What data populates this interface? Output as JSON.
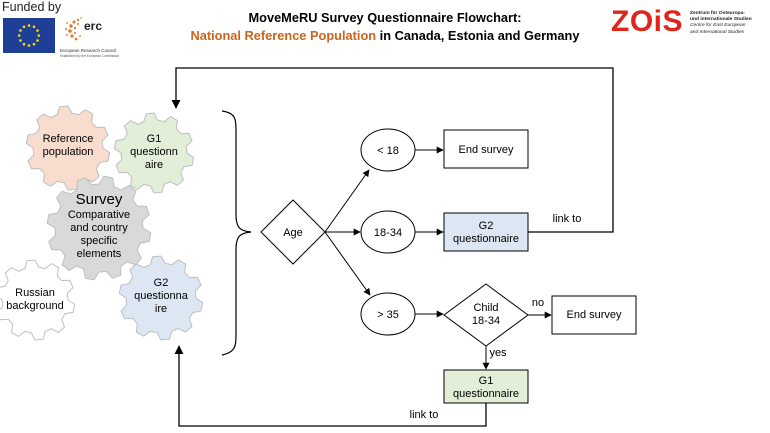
{
  "header": {
    "funded_by": "Funded by",
    "erc_logo_text": "erc",
    "erc_sub_line1": "European Research Council",
    "erc_sub_line2": "Established by the European Commission",
    "title_line1": "MoveMeRU Survey Questionnaire Flowchart:",
    "title_line2_accent": "National Reference Population",
    "title_line2_rest": " in Canada, Estonia and Germany",
    "zois_logo": "ZOiS",
    "zois_line1": "Zentrum für Osteuropa-",
    "zois_line2": "und internationale Studien",
    "zois_line3": "Centre for East European",
    "zois_line4": "and International Studies"
  },
  "gears": {
    "reference": [
      "Reference",
      "population"
    ],
    "g1": [
      "G1",
      "questionn",
      "aire"
    ],
    "survey_title": "Survey",
    "survey_body": [
      "Comparative",
      "and country",
      "specific",
      "elements"
    ],
    "russian": [
      "Russian",
      "background"
    ],
    "g2": [
      "G2",
      "questionna",
      "ire"
    ]
  },
  "flow": {
    "age": "Age",
    "lt18": "< 18",
    "range": "18-34",
    "gt35": "> 35",
    "end_survey_top": "End survey",
    "g2_box": [
      "G2",
      "questionnaire"
    ],
    "child": [
      "Child",
      "18-34"
    ],
    "end_survey_bottom": "End survey",
    "g1_box": [
      "G1",
      "questionnaire"
    ],
    "link_to_top": "link to",
    "link_to_bottom": "link to",
    "no": "no",
    "yes": "yes"
  },
  "colors": {
    "g2_box_fill": "#dde7f3",
    "g1_box_fill": "#e3eed9",
    "gear_reference": "#f8dccd",
    "gear_g1": "#e3eed9",
    "gear_survey": "#d9d9d9",
    "gear_g2": "#dde7f3",
    "gear_russian": "#ffffff",
    "title_accent": "#c9651f",
    "zois_red": "#e2231a"
  }
}
